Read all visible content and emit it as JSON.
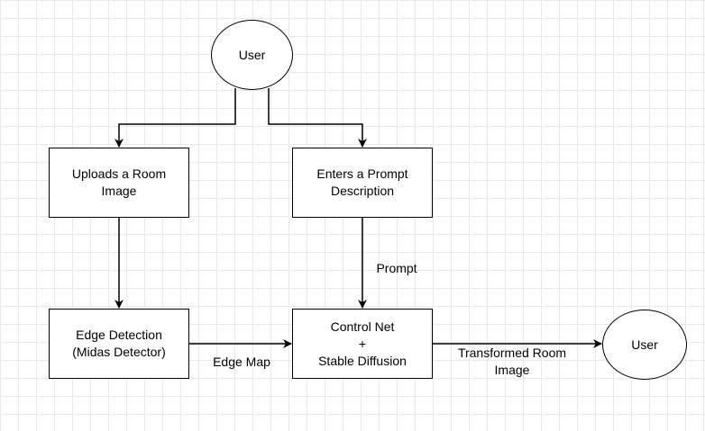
{
  "diagram": {
    "nodes": {
      "user_top": {
        "label": "User",
        "shape": "ellipse"
      },
      "upload": {
        "label": "Uploads a Room\nImage",
        "shape": "rect"
      },
      "prompt": {
        "label": "Enters a Prompt\nDescription",
        "shape": "rect"
      },
      "edge_detect": {
        "label": "Edge Detection\n(Midas Detector)",
        "shape": "rect"
      },
      "control": {
        "label": "Control Net\n+\nStable Diffusion",
        "shape": "rect"
      },
      "user_out": {
        "label": "User",
        "shape": "ellipse"
      }
    },
    "edges": [
      {
        "from": "user_top",
        "to": "upload",
        "label": ""
      },
      {
        "from": "user_top",
        "to": "prompt",
        "label": ""
      },
      {
        "from": "upload",
        "to": "edge_detect",
        "label": ""
      },
      {
        "from": "prompt",
        "to": "control",
        "label": "Prompt"
      },
      {
        "from": "edge_detect",
        "to": "control",
        "label": "Edge Map"
      },
      {
        "from": "control",
        "to": "user_out",
        "label": "Transformed Room\nImage"
      }
    ],
    "colors": {
      "stroke": "#000000",
      "fill": "#ffffff",
      "grid": "#e9e9e9",
      "background": "#ffffff"
    }
  }
}
